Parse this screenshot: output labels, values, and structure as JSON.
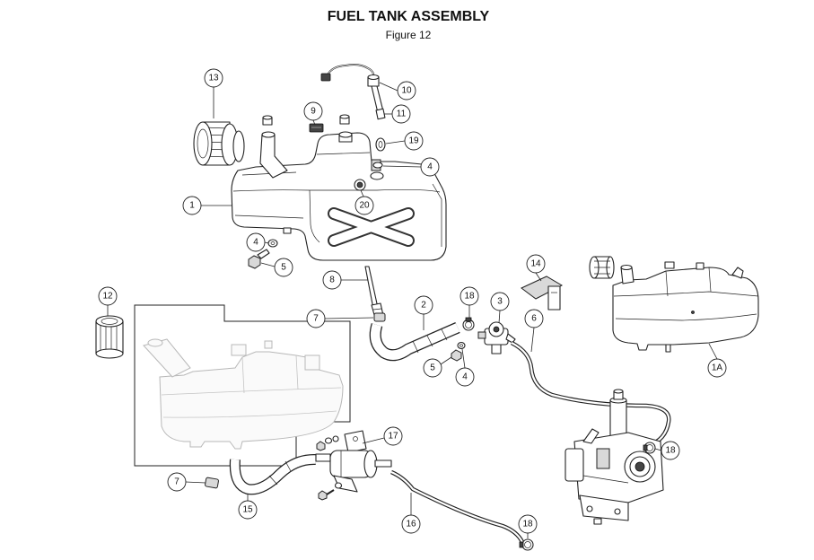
{
  "title": "FUEL TANK ASSEMBLY",
  "subtitle": "Figure 12",
  "callouts": [
    "13",
    "10",
    "9",
    "11",
    "19",
    "4",
    "1",
    "20",
    "4",
    "5",
    "14",
    "8",
    "12",
    "18",
    "3",
    "2",
    "6",
    "7",
    "5",
    "4",
    "1A",
    "17",
    "18",
    "7",
    "15",
    "16",
    "18"
  ]
}
